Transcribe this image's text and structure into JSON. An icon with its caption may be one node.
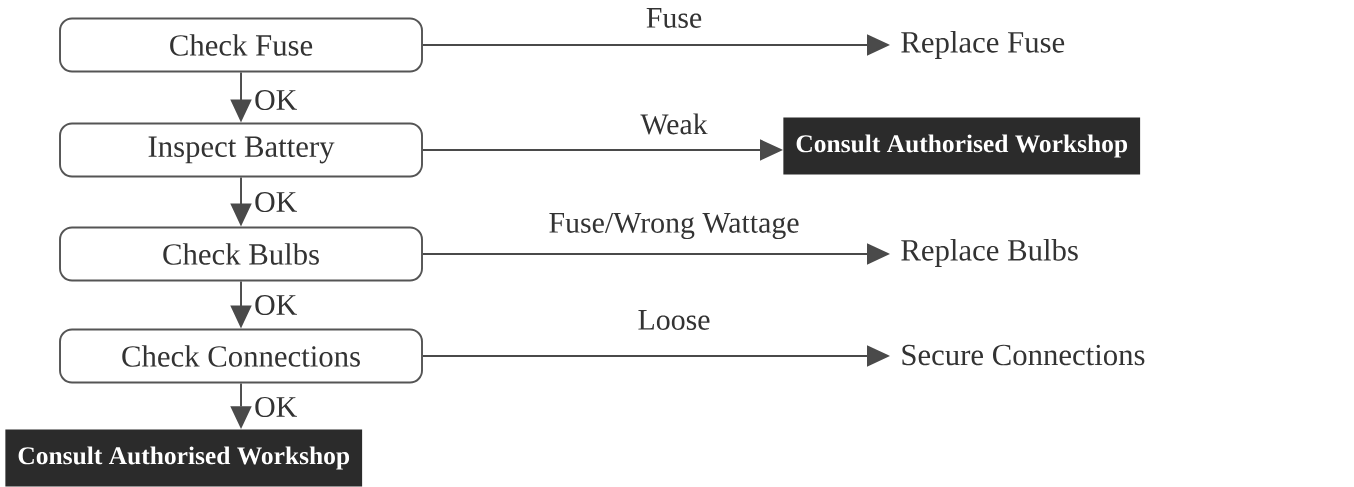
{
  "diagram": {
    "nodes": [
      {
        "text": [
          "Check Fuse"
        ]
      },
      {
        "text": [
          "Replace Fuse"
        ]
      },
      {
        "text": [
          "Inspect Battery"
        ]
      },
      {
        "text": [
          "Consult Authorised Workshop"
        ]
      },
      {
        "text": [
          "Check Bulbs"
        ]
      },
      {
        "text": [
          "Replace Bulbs"
        ]
      },
      {
        "text": [
          "Check Connections"
        ]
      },
      {
        "text": [
          "Secure Connections"
        ]
      },
      {
        "text": [
          "Consult Authorised Workshop"
        ]
      }
    ],
    "edges": [
      {
        "from": 0,
        "to": 1,
        "arrow": "to",
        "label": "Fuse"
      },
      {
        "from": 0,
        "to": 2,
        "arrow": "to",
        "label": "OK"
      },
      {
        "from": 2,
        "to": 3,
        "arrow": "to",
        "label": "Weak"
      },
      {
        "from": 2,
        "to": 4,
        "arrow": "to",
        "label": "OK"
      },
      {
        "from": 4,
        "to": 5,
        "arrow": "to",
        "label": "Fuse/Wrong Wattage"
      },
      {
        "from": 4,
        "to": 6,
        "arrow": "to",
        "label": "OK"
      },
      {
        "from": 6,
        "to": 7,
        "arrow": "to",
        "label": "Loose"
      },
      {
        "from": 6,
        "to": 8,
        "arrow": "to",
        "label": "OK"
      }
    ]
  }
}
